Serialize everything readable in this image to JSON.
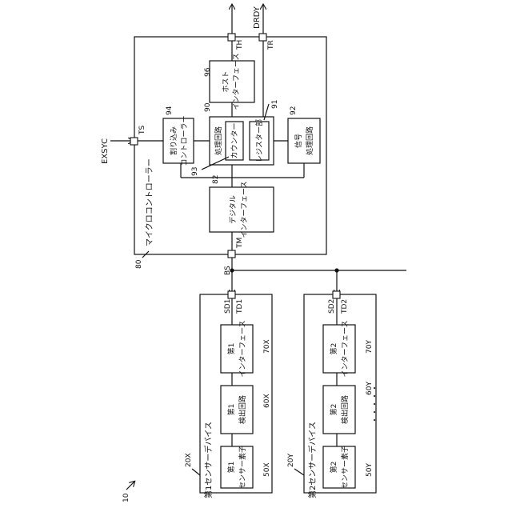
{
  "signals": {
    "exsyc": "EXSYC",
    "drdy": "DRDY"
  },
  "microcontroller": {
    "name": "マイクロコントローラー",
    "ref": "80",
    "terminals": {
      "th": "TH",
      "tr": "TR",
      "ts": "TS",
      "tm": "TM"
    },
    "host_interface": {
      "line1": "ホスト",
      "line2": "インターフェース",
      "ref": "96"
    },
    "interrupt_controller": {
      "line1": "割り込み",
      "line2": "コントローラー",
      "ref": "94"
    },
    "processing_circuit": {
      "label": "処理回路",
      "ref": "90"
    },
    "counter": {
      "label": "カウンター",
      "ref": "93"
    },
    "register": {
      "label": "レジスター部",
      "ref": "91"
    },
    "signal_processing": {
      "line1": "信号",
      "line2": "処理回路",
      "ref": "92"
    },
    "digital_interface": {
      "line1": "デジタル",
      "line2": "インターフェース",
      "ref": "82"
    }
  },
  "bus": {
    "label": "BS"
  },
  "sensor1": {
    "name": "第1センサーデバイス",
    "ref": "20X",
    "sd": "SD1",
    "td": "TD1",
    "interface": {
      "line1": "第1",
      "line2": "インターフェース",
      "ref": "70X"
    },
    "detection": {
      "line1": "第1",
      "line2": "検出回路",
      "ref": "60X"
    },
    "element": {
      "line1": "第1",
      "line2": "センサー素子",
      "ref": "50X"
    }
  },
  "sensor2": {
    "name": "第2センサーデバイス",
    "ref": "20Y",
    "sd": "SD2",
    "td": "TD2",
    "interface": {
      "line1": "第2",
      "line2": "インターフェース",
      "ref": "70Y"
    },
    "detection": {
      "line1": "第2",
      "line2": "検出回路",
      "ref": "60Y"
    },
    "element": {
      "line1": "第2",
      "line2": "センサー素子",
      "ref": "50Y"
    }
  },
  "system_ref": "10",
  "ellipsis": "・・・・・"
}
